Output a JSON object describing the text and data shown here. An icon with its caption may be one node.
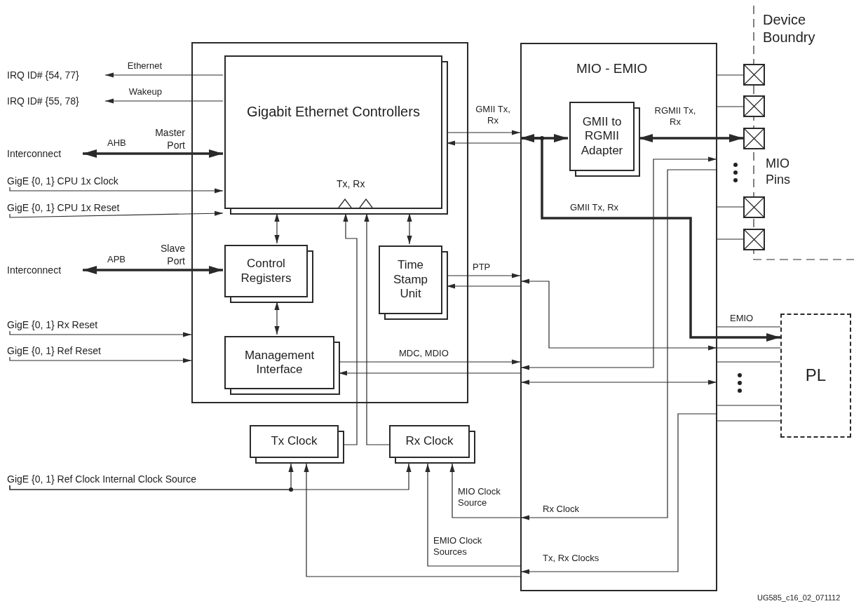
{
  "diagram": {
    "nodes": [
      {
        "text": [
          "IRQ ID# {54, 77}"
        ]
      },
      {
        "text": [
          "IRQ ID# {55, 78}"
        ]
      },
      {
        "text": [
          "Interconnect"
        ]
      },
      {
        "text": [
          "GigE {0, 1} CPU 1x Clock"
        ]
      },
      {
        "text": [
          "GigE {0, 1} CPU 1x Reset"
        ]
      },
      {
        "text": [
          "Interconnect"
        ]
      },
      {
        "text": [
          "GigE {0, 1} Rx Reset"
        ]
      },
      {
        "text": [
          "GigE {0, 1} Ref Reset"
        ]
      },
      {
        "text": [],
        "shape": "box"
      },
      {
        "text": [
          "Gigabit Ethernet Controllers",
          "Tx, Rx"
        ],
        "in": 8
      },
      {
        "text": [
          "Control Registers"
        ],
        "in": 8
      },
      {
        "text": [
          "Time Stamp Unit"
        ],
        "in": 8
      },
      {
        "text": [
          "Management Interface"
        ],
        "in": 8
      },
      {
        "text": [
          "Tx Clock"
        ]
      },
      {
        "text": [
          "Rx Clock"
        ]
      },
      {
        "text": [
          "GigE {0, 1} Ref Clock Internal Clock Source"
        ]
      },
      {
        "text": [
          "MIO - EMIO"
        ]
      },
      {
        "text": [
          "GMII to RGMII Adapter"
        ],
        "in": 16
      },
      {
        "text": [],
        "shape": "box"
      },
      {
        "text": [],
        "shape": "box"
      },
      {
        "text": [],
        "shape": "box"
      },
      {
        "text": [],
        "shape": "box"
      },
      {
        "text": [],
        "shape": "box"
      },
      {
        "text": [
          "PL"
        ]
      }
    ],
    "edges": [
      {
        "from": 9,
        "to": 0,
        "arrow": "to",
        "label": "Ethernet"
      },
      {
        "from": 9,
        "to": 1,
        "arrow": "to",
        "label": "Wakeup"
      },
      {
        "from": 2,
        "to": 9,
        "arrow": "both",
        "label": "AHB",
        "style": "thick"
      },
      {
        "from": 3,
        "to": 9,
        "arrow": "to"
      },
      {
        "from": 4,
        "to": 9,
        "arrow": "to"
      },
      {
        "from": 5,
        "to": 10,
        "arrow": "both",
        "label": "APB",
        "style": "thick"
      },
      {
        "from": 6,
        "to": 8,
        "arrow": "to"
      },
      {
        "from": 7,
        "to": 8,
        "arrow": "to"
      },
      {
        "from": 9,
        "to": 10,
        "arrow": "both"
      },
      {
        "from": 10,
        "to": 12,
        "arrow": "both"
      },
      {
        "from": 9,
        "to": 11,
        "arrow": "both"
      },
      {
        "from": 13,
        "to": 9,
        "arrow": "to"
      },
      {
        "from": 14,
        "to": 9,
        "arrow": "to"
      },
      {
        "from": 15,
        "to": 13,
        "arrow": "to"
      },
      {
        "from": 15,
        "to": 14,
        "arrow": "to"
      },
      {
        "from": 9,
        "to": 16,
        "arrow": "to",
        "label": "GMII Tx, Rx"
      },
      {
        "from": 16,
        "to": 9,
        "arrow": "to"
      },
      {
        "from": 11,
        "to": 16,
        "arrow": "to",
        "label": "PTP"
      },
      {
        "from": 16,
        "to": 11,
        "arrow": "to"
      },
      {
        "from": 12,
        "to": 16,
        "arrow": "to",
        "label": "MDC, MDIO"
      },
      {
        "from": 16,
        "to": 12,
        "arrow": "to"
      },
      {
        "from": 16,
        "to": 17,
        "arrow": "both",
        "style": "thick"
      },
      {
        "from": 17,
        "to": 20,
        "arrow": "both",
        "label": "RGMII Tx, Rx",
        "style": "thick"
      },
      {
        "from": 16,
        "to": 23,
        "arrow": "to",
        "label": "GMII Tx, Rx",
        "style": "thick"
      },
      {
        "from": 16,
        "to": 18,
        "arrow": "none"
      },
      {
        "from": 16,
        "to": 19,
        "arrow": "none"
      },
      {
        "from": 16,
        "to": 21,
        "arrow": "none"
      },
      {
        "from": 16,
        "to": 22,
        "arrow": "none"
      },
      {
        "from": 16,
        "to": 23,
        "arrow": "none",
        "label": "EMIO"
      },
      {
        "from": 16,
        "to": 23,
        "arrow": "none"
      },
      {
        "from": 16,
        "to": 23,
        "arrow": "none"
      },
      {
        "from": 16,
        "to": 23,
        "arrow": "none"
      },
      {
        "from": 16,
        "to": 23,
        "arrow": "none"
      },
      {
        "from": 16,
        "to": 14,
        "arrow": "to",
        "label": "MIO Clock Source"
      },
      {
        "from": 16,
        "to": 14,
        "arrow": "to",
        "label": "EMIO Clock Sources"
      },
      {
        "from": 16,
        "to": 13,
        "arrow": "to"
      }
    ],
    "labels": [
      "Master Port",
      "Slave Port",
      "Device Boundry",
      "MIO Pins",
      "Rx Clock",
      "Tx, Rx Clocks",
      "UG585_c16_02_071112"
    ]
  }
}
